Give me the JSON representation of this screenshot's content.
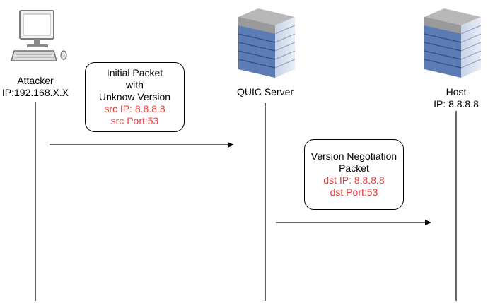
{
  "actors": {
    "attacker": {
      "name": "Attacker",
      "ip": "IP:192.168.X.X",
      "icon": "desktop-computer-icon"
    },
    "server": {
      "name": "QUIC Server",
      "icon": "server-rack-icon"
    },
    "host": {
      "name": "Host",
      "ip": "IP: 8.8.8.8",
      "icon": "server-rack-icon"
    }
  },
  "messages": {
    "initial": {
      "line1": "Initial Packet",
      "line2": "with",
      "line3": "Unknow Version",
      "src_ip": "src IP: 8.8.8.8",
      "src_port": "src Port:53"
    },
    "negotiation": {
      "line1": "Version Negotiation",
      "line2": "Packet",
      "dst_ip": "dst IP: 8.8.8.8",
      "dst_port": "dst Port:53"
    }
  },
  "colors": {
    "highlight": "#e63b3b",
    "line": "#000000"
  }
}
